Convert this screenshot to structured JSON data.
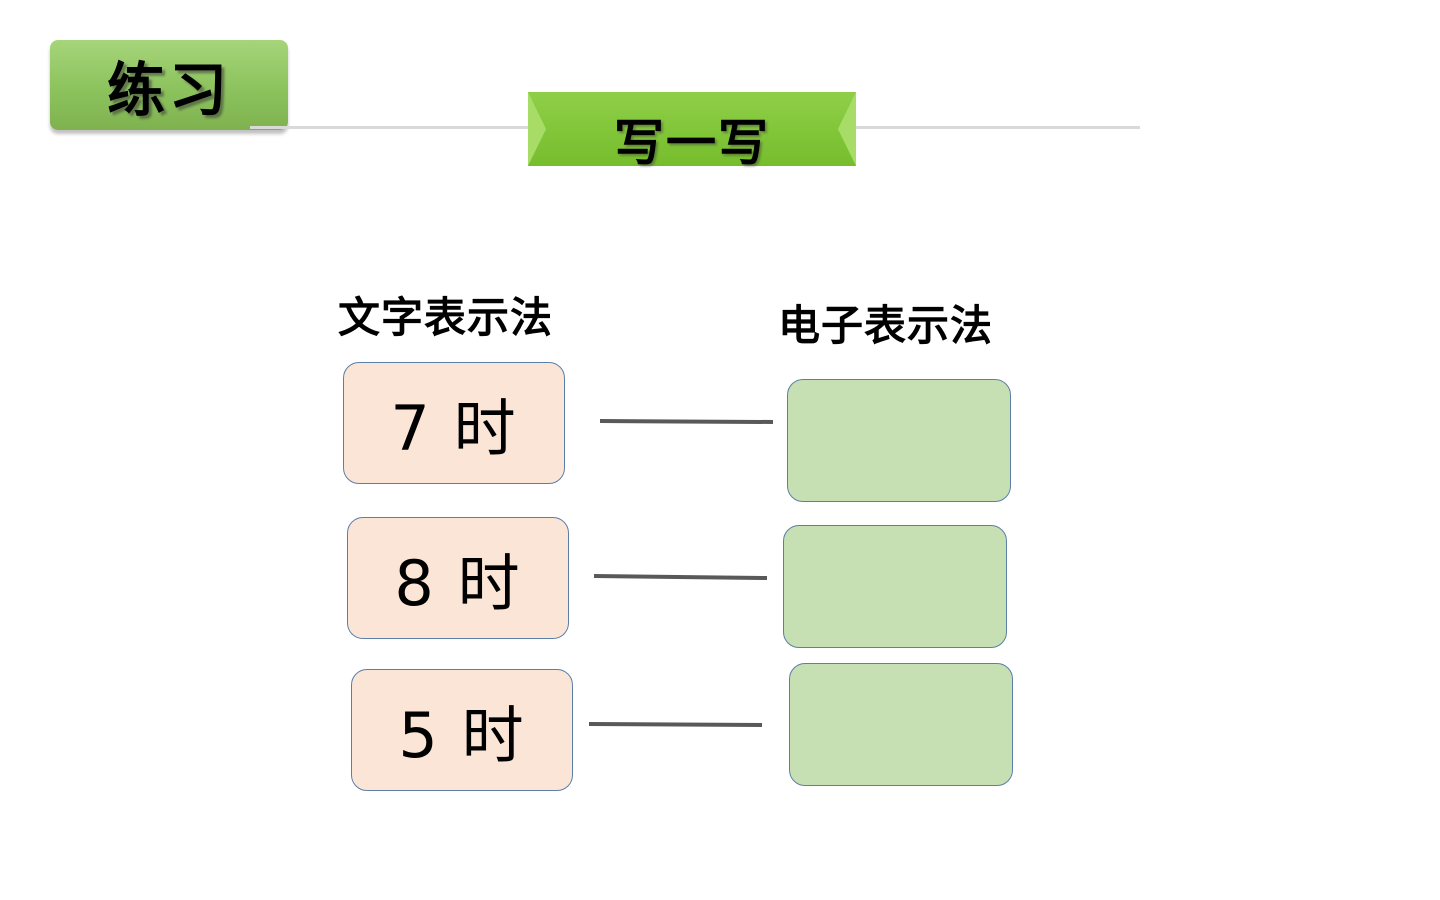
{
  "section_label": "练习",
  "banner_title": "写一写",
  "columns": {
    "text_method": "文字表示法",
    "electronic_method": "电子表示法"
  },
  "rows": [
    {
      "text_time": "7 时",
      "electronic_time": ""
    },
    {
      "text_time": "8 时",
      "electronic_time": ""
    },
    {
      "text_time": "5 时",
      "electronic_time": ""
    }
  ],
  "colors": {
    "label_green": "#8cc35d",
    "banner_green": "#76bd2d",
    "text_box_fill": "#fbe5d6",
    "answer_box_fill": "#c6e0b4",
    "box_border": "#5b7fa8",
    "connector": "#595959"
  }
}
